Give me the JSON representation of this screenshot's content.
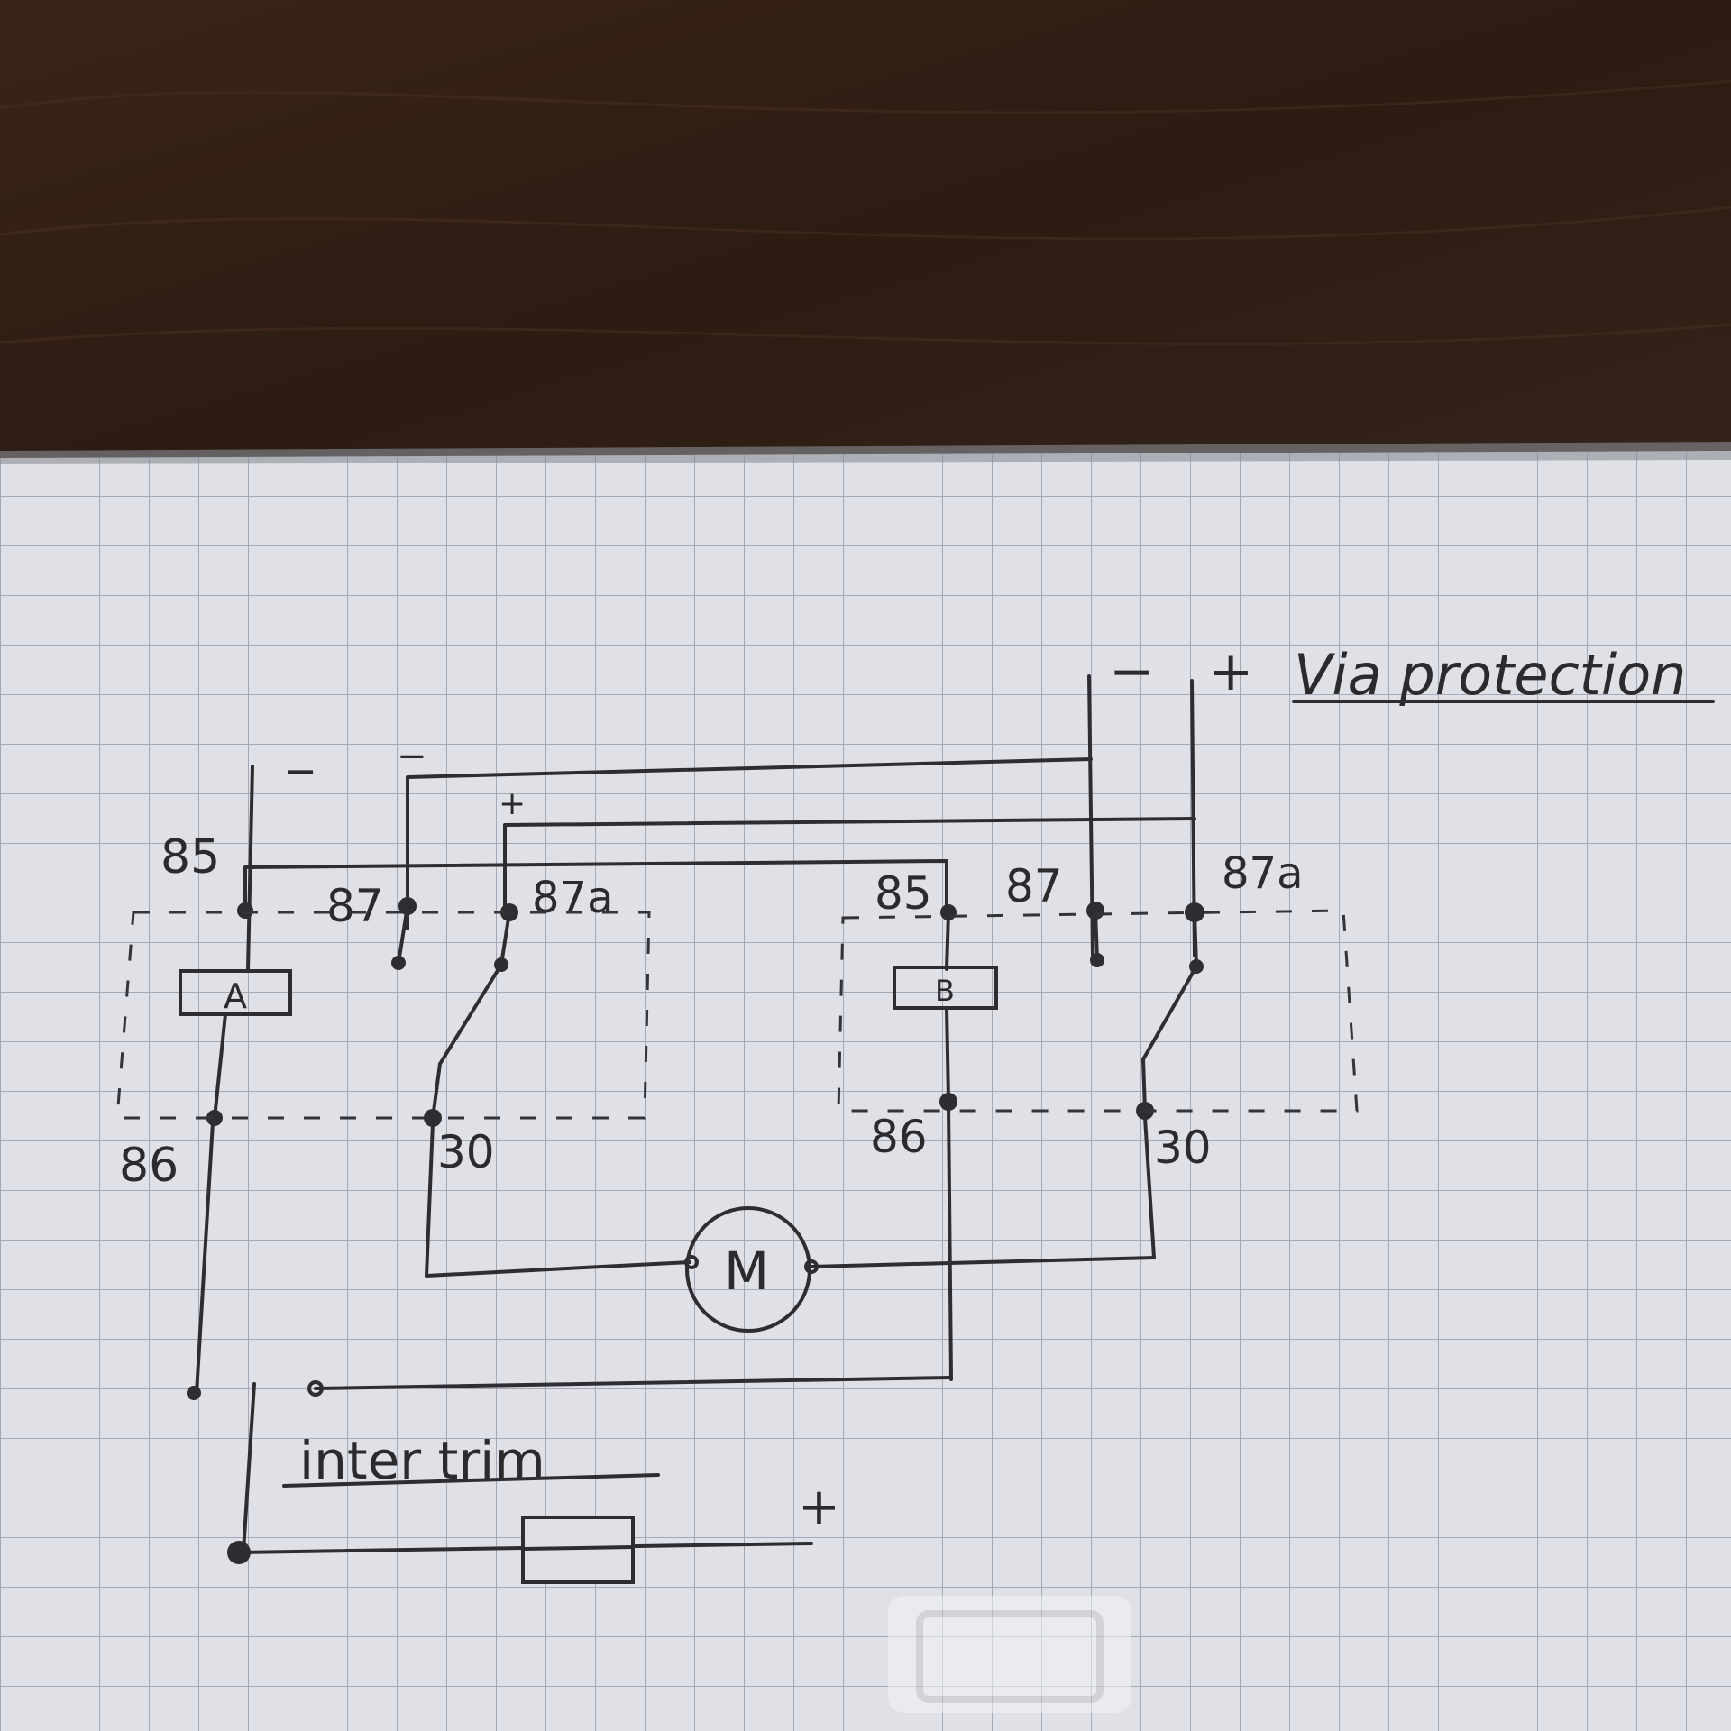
{
  "labels": {
    "relay_a": {
      "name": "A",
      "t85": "85",
      "t86": "86",
      "t87": "87",
      "t87a": "87a",
      "t30": "30"
    },
    "relay_b": {
      "name": "B",
      "t85": "85",
      "t86": "86",
      "t87": "87",
      "t87a": "87a",
      "t30": "30"
    },
    "motor": "M",
    "switch": "inter trim",
    "supply": "Via protection",
    "minus": "−",
    "plus": "+"
  },
  "colors": {
    "paper": "#dfe1e6",
    "grid": "#9ea3b4",
    "ink": "#2e2e32",
    "wood": "#2a1c14"
  }
}
